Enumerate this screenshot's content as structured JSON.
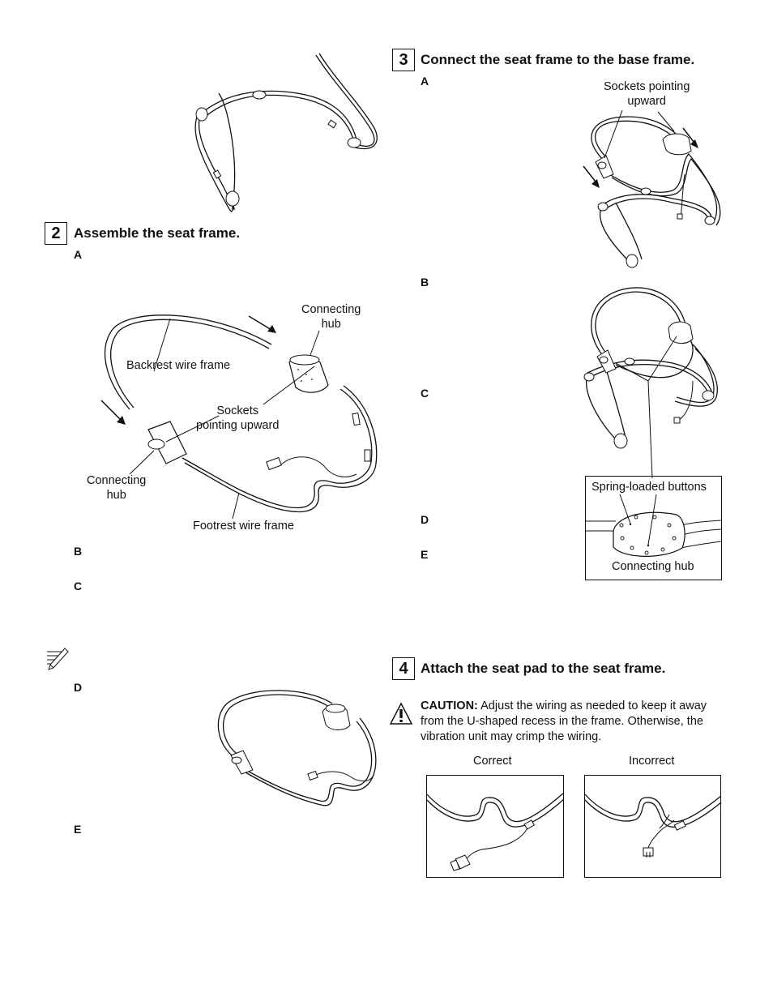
{
  "steps": {
    "step2": {
      "number": "2",
      "title": "Assemble the seat frame.",
      "letters": [
        "A",
        "B",
        "C",
        "D",
        "E"
      ],
      "labels": {
        "backrest": "Backrest wire frame",
        "hub_top_1": "Connecting",
        "hub_top_2": "hub",
        "sockets_1": "Sockets",
        "sockets_2": "pointing upward",
        "hub_left_1": "Connecting",
        "hub_left_2": "hub",
        "footrest": "Footrest wire frame"
      }
    },
    "step3": {
      "number": "3",
      "title": "Connect the seat frame to the base frame.",
      "letters": [
        "A",
        "B",
        "C",
        "D",
        "E"
      ],
      "labels": {
        "sockets_1": "Sockets pointing",
        "sockets_2": "upward",
        "spring_buttons": "Spring-loaded buttons",
        "connecting_hub": "Connecting hub"
      }
    },
    "step4": {
      "number": "4",
      "title": "Attach the seat pad to the seat frame.",
      "caution_label": "CAUTION:",
      "caution_text": " Adjust the wiring as needed to keep it away from the U-shaped recess in the frame. Otherwise, the vibration unit may crimp the wiring.",
      "correct": "Correct",
      "incorrect": "Incorrect"
    }
  },
  "icons": {
    "note": "pencil-note-icon",
    "caution": "warning-triangle-icon"
  }
}
